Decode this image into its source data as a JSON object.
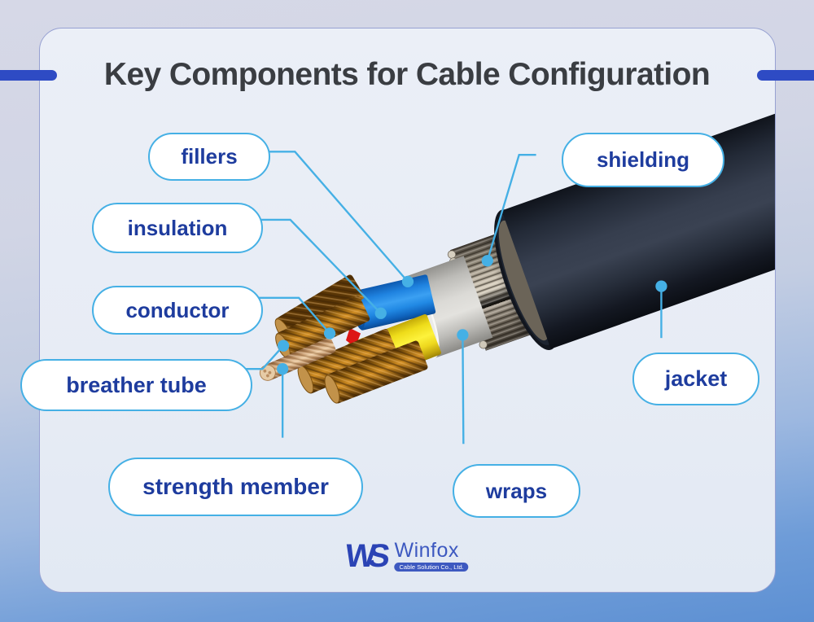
{
  "title": "Key Components for Cable Configuration",
  "labels": {
    "fillers": "fillers",
    "insulation": "insulation",
    "conductor": "conductor",
    "breather_tube": "breather tube",
    "strength_member": "strength member",
    "wraps": "wraps",
    "shielding": "shielding",
    "jacket": "jacket"
  },
  "cable_parts": [
    "fillers",
    "insulation",
    "conductor",
    "breather tube",
    "strength member",
    "wraps",
    "shielding",
    "jacket"
  ],
  "logo": {
    "monogram": "WS",
    "name": "Winfox",
    "tagline": "Cable Solution Co., Ltd."
  },
  "colors": {
    "accent_bar": "#2e4bc4",
    "title_text": "#3a3d42",
    "label_text": "#1e3c9e",
    "label_border": "#45b0e5",
    "leader_line": "#45b0e5",
    "card_background": "#e9edf6",
    "jacket_black": "#1b212c",
    "wire_blue": "#1f83e0",
    "wire_yellow": "#f5e02a",
    "copper": "#b4761c"
  }
}
